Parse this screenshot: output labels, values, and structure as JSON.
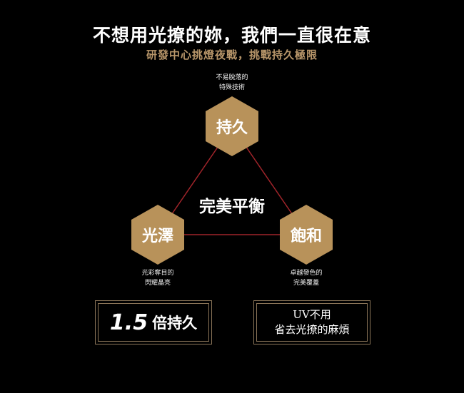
{
  "header": {
    "title": "不想用光撩的妳，我們一直很在意",
    "subtitle": "研發中心挑燈夜戰，挑戰持久極限"
  },
  "diagram": {
    "center": "完美平衡",
    "nodes": [
      {
        "label": "持久",
        "note1": "不易脫落的",
        "note2": "特殊技術"
      },
      {
        "label": "光澤",
        "note1": "光彩奪目的",
        "note2": "閃耀晶亮"
      },
      {
        "label": "飽和",
        "note1": "卓越發色的",
        "note2": "完美覆蓋"
      }
    ],
    "colors": {
      "hex": "#b8925a",
      "line": "#a0242a"
    }
  },
  "boxes": {
    "left_number": "1.5",
    "left_text": "倍持久",
    "right_line1": "UV不用",
    "right_line2": "省去光撩的麻煩"
  }
}
